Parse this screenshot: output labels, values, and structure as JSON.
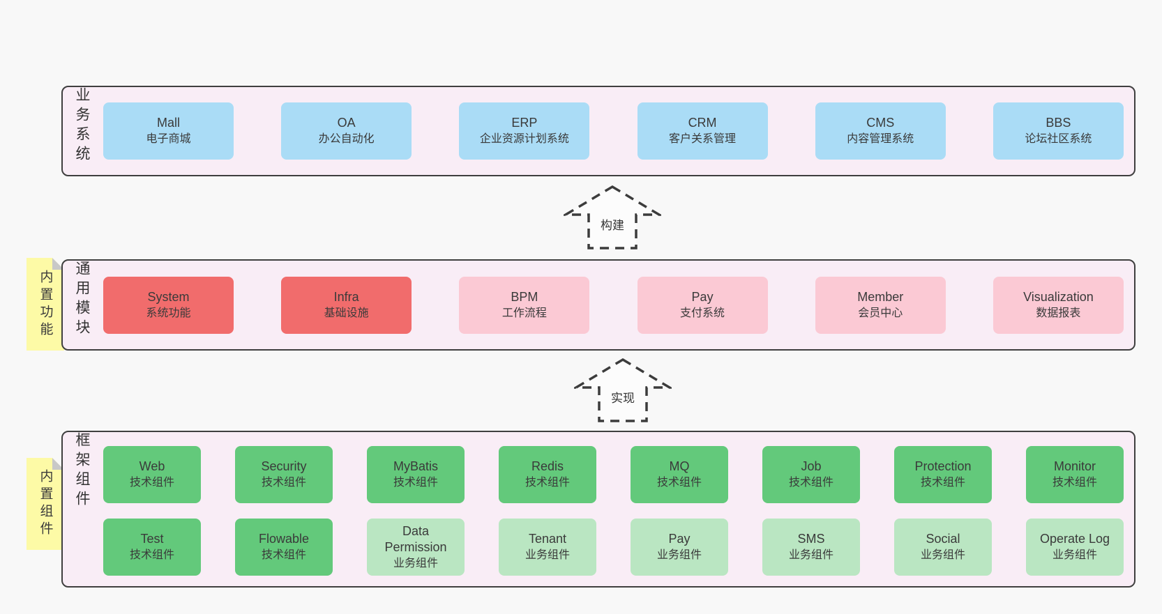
{
  "colors": {
    "blue": "#aadcf6",
    "red": "#f16c6c",
    "pink": "#fbc9d4",
    "green": "#63c97b",
    "greenLight": "#bae6c2",
    "layerBg": "#f9edf6",
    "layerBorder": "#3f3f3f",
    "sticky": "#fdfaa6",
    "stickyFold": "#c8c8c8",
    "arrowStroke": "#3c3c3c"
  },
  "arrows": [
    {
      "label": "构建"
    },
    {
      "label": "实现"
    }
  ],
  "layers": [
    {
      "label": "业务系统",
      "boxes": [
        {
          "title": "Mall",
          "subtitle": "电子商城",
          "color": "blue"
        },
        {
          "title": "OA",
          "subtitle": "办公自动化",
          "color": "blue"
        },
        {
          "title": "ERP",
          "subtitle": "企业资源计划系统",
          "color": "blue"
        },
        {
          "title": "CRM",
          "subtitle": "客户关系管理",
          "color": "blue"
        },
        {
          "title": "CMS",
          "subtitle": "内容管理系统",
          "color": "blue"
        },
        {
          "title": "BBS",
          "subtitle": "论坛社区系统",
          "color": "blue"
        }
      ]
    },
    {
      "label": "通用模块",
      "note": "内置功能",
      "boxes": [
        {
          "title": "System",
          "subtitle": "系统功能",
          "color": "red"
        },
        {
          "title": "Infra",
          "subtitle": "基础设施",
          "color": "red"
        },
        {
          "title": "BPM",
          "subtitle": "工作流程",
          "color": "pink"
        },
        {
          "title": "Pay",
          "subtitle": "支付系统",
          "color": "pink"
        },
        {
          "title": "Member",
          "subtitle": "会员中心",
          "color": "pink"
        },
        {
          "title": "Visualization",
          "subtitle": "数据报表",
          "color": "pink"
        }
      ]
    },
    {
      "label": "框架组件",
      "note": "内置组件",
      "rows": [
        [
          {
            "title": "Web",
            "subtitle": "技术组件",
            "color": "green"
          },
          {
            "title": "Security",
            "subtitle": "技术组件",
            "color": "green"
          },
          {
            "title": "MyBatis",
            "subtitle": "技术组件",
            "color": "green"
          },
          {
            "title": "Redis",
            "subtitle": "技术组件",
            "color": "green"
          },
          {
            "title": "MQ",
            "subtitle": "技术组件",
            "color": "green"
          },
          {
            "title": "Job",
            "subtitle": "技术组件",
            "color": "green"
          },
          {
            "title": "Protection",
            "subtitle": "技术组件",
            "color": "green"
          },
          {
            "title": "Monitor",
            "subtitle": "技术组件",
            "color": "green"
          }
        ],
        [
          {
            "title": "Test",
            "subtitle": "技术组件",
            "color": "green"
          },
          {
            "title": "Flowable",
            "subtitle": "技术组件",
            "color": "green"
          },
          {
            "title": "Data Permission",
            "subtitle": "业务组件",
            "color": "greenLight"
          },
          {
            "title": "Tenant",
            "subtitle": "业务组件",
            "color": "greenLight"
          },
          {
            "title": "Pay",
            "subtitle": "业务组件",
            "color": "greenLight"
          },
          {
            "title": "SMS",
            "subtitle": "业务组件",
            "color": "greenLight"
          },
          {
            "title": "Social",
            "subtitle": "业务组件",
            "color": "greenLight"
          },
          {
            "title": "Operate Log",
            "subtitle": "业务组件",
            "color": "greenLight"
          }
        ]
      ]
    }
  ]
}
